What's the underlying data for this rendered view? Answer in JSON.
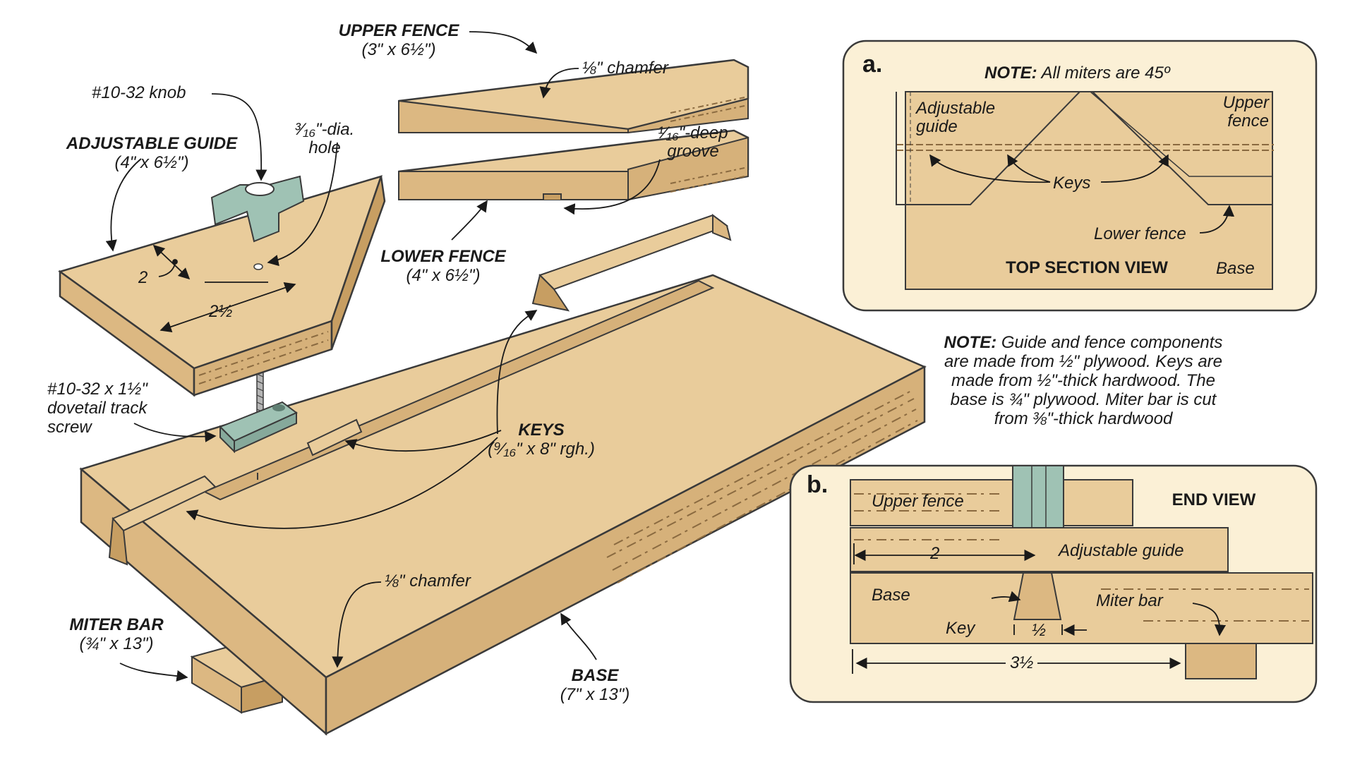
{
  "colors": {
    "wood": "#e9cc9b",
    "wood_side": "#dcb882",
    "wood_dark": "#c79e62",
    "hardware": "#9fc2b4",
    "panel_bg": "#fbf0d6",
    "outline": "#3a3a3a"
  },
  "labels": {
    "upper_fence_title": "UPPER FENCE",
    "upper_fence_dim": "(3\" x 6½\")",
    "chamfer_upper": "⅛\" chamfer",
    "groove": "¹⁄₁₆\"-deep groove",
    "groove_l1": "¹⁄₁₆\"-deep",
    "groove_l2": "groove",
    "lower_fence_title": "LOWER FENCE",
    "lower_fence_dim": "(4\" x 6½\")",
    "knob": "#10-32 knob",
    "hole_l1": "³⁄₁₆\"-dia.",
    "hole_l2": "hole",
    "adj_guide_title": "ADJUSTABLE GUIDE",
    "adj_guide_dim": "(4\" x 6½\")",
    "dim_2": "2",
    "dim_2half": "2½",
    "screw_l1": "#10-32 x 1½\"",
    "screw_l2": "dovetail track",
    "screw_l3": "screw",
    "keys_title": "KEYS",
    "keys_dim": "(⁹⁄₁₆\" x 8\" rgh.)",
    "chamfer_base": "⅛\" chamfer",
    "miter_bar_title": "MITER BAR",
    "miter_bar_dim": "(¾\" x 13\")",
    "base_title": "BASE",
    "base_dim": "(7\" x 13\")"
  },
  "panel_a": {
    "letter": "a.",
    "note_bold": "NOTE:",
    "note_text": " All miters are 45º",
    "adj_guide_l1": "Adjustable",
    "adj_guide_l2": "guide",
    "upper_fence_l1": "Upper",
    "upper_fence_l2": "fence",
    "keys": "Keys",
    "lower_fence": "Lower fence",
    "view_title": "TOP SECTION VIEW",
    "base": "Base"
  },
  "general_note": {
    "bold": "NOTE:",
    "text": " Guide and fence components are made from ½\" plywood. Keys are made from ½\"-thick hardwood. The base is ¾\" plywood. Miter bar is cut from ⅜\"-thick hardwood"
  },
  "panel_b": {
    "letter": "b.",
    "upper_fence": "Upper fence",
    "view_title": "END VIEW",
    "dim_2": "2",
    "adj_guide": "Adjustable guide",
    "base": "Base",
    "miter_bar": "Miter bar",
    "key": "Key",
    "dim_half": "½",
    "dim_3half": "3½"
  }
}
